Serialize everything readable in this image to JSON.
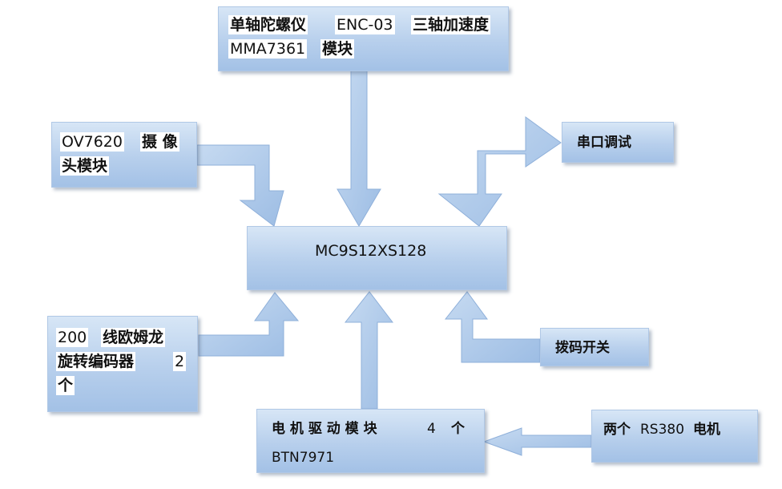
{
  "blocks": {
    "gyro": {
      "line1": "单轴陀螺仪",
      "line1b": "ENC-03",
      "line1c": "三轴加速度",
      "line2": "MMA7361",
      "line2b": "模块"
    },
    "camera": {
      "line1": "OV7620",
      "line1b": "摄 像",
      "line2": "头模块"
    },
    "mcu": {
      "label": "MC9S12XS128"
    },
    "serial": {
      "label": "串口调试"
    },
    "encoder": {
      "line1": "200",
      "line1b": "线欧姆龙",
      "line2": "旋转编码器",
      "line2b": "2",
      "line3": "个"
    },
    "dip": {
      "label": "拨码开关"
    },
    "driver": {
      "line1": "电 机 驱 动 模 块",
      "line1b": "4",
      "line1c": "个",
      "line2": "BTN7971"
    },
    "motor": {
      "line1": "两个",
      "line1b": "RS380",
      "line1c": "电机"
    }
  },
  "colors": {
    "box_fill": "#b7cfec",
    "arrow_fill": "#adc8ea",
    "arrow_stroke": "#8fb0da"
  }
}
